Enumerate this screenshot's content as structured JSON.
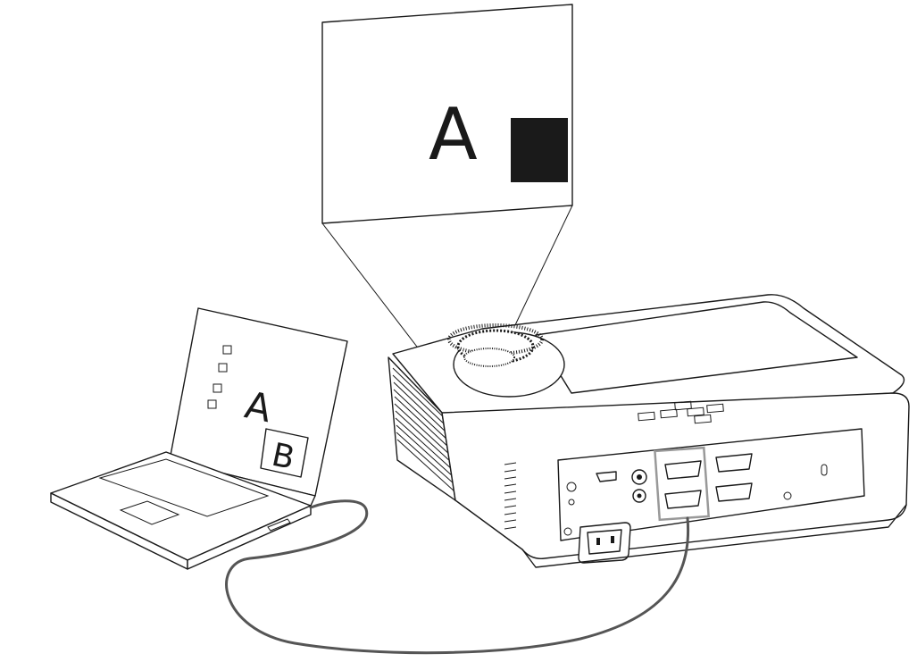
{
  "screen": {
    "letter": "A"
  },
  "laptop": {
    "letter_a": "A",
    "letter_b": "B"
  },
  "colors": {
    "line": "#1a1a1a",
    "cable": "#555555",
    "highlight": "#999999",
    "background": "#ffffff"
  },
  "icons": [
    "projector",
    "laptop",
    "projection-screen",
    "vga-port",
    "power-inlet",
    "signal-cable"
  ]
}
